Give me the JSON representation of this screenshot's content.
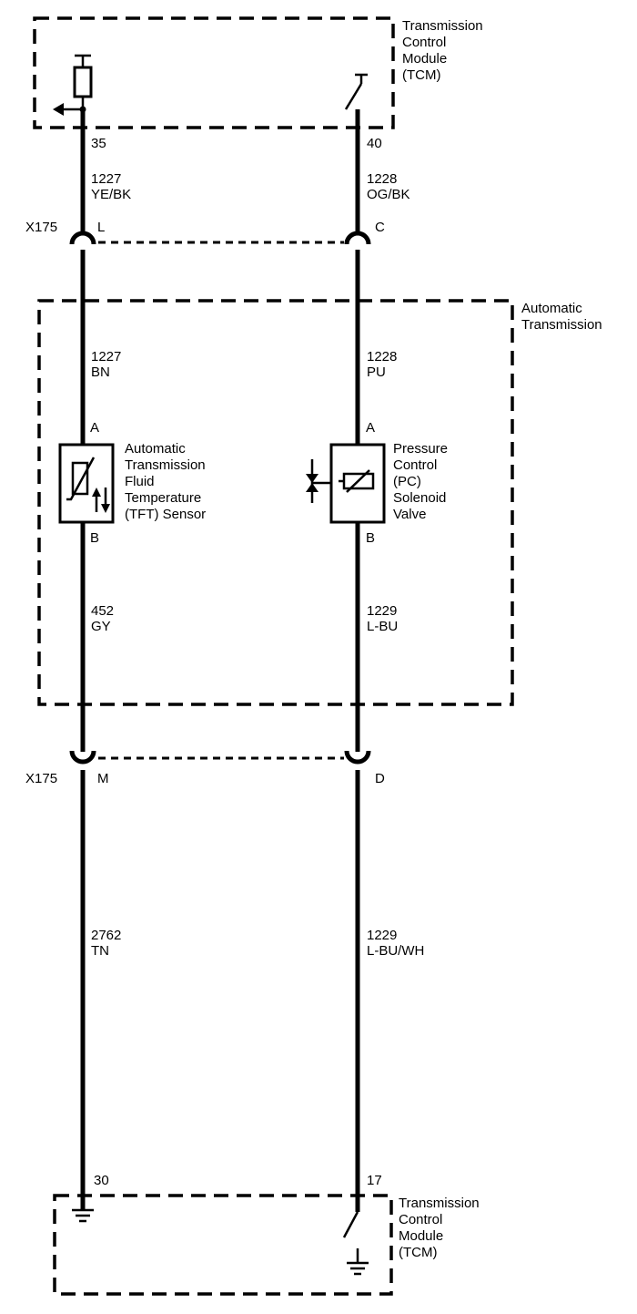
{
  "tcm_top": {
    "name_lines": [
      "Transmission",
      "Control",
      "Module",
      "(TCM)"
    ]
  },
  "tcm_bottom": {
    "name_lines": [
      "Transmission",
      "Control",
      "Module",
      "(TCM)"
    ]
  },
  "automatic_transmission": {
    "name_lines": [
      "Automatic",
      "Transmission"
    ]
  },
  "connector_top": {
    "id": "X175",
    "pin_left": "L",
    "pin_right": "C"
  },
  "connector_bottom": {
    "id": "X175",
    "pin_left": "M",
    "pin_right": "D"
  },
  "left_circuit": {
    "tcm_pin_top": "35",
    "wire1_number": "1227",
    "wire1_color": "YE/BK",
    "wire2_number": "1227",
    "wire2_color": "BN",
    "sensor_pin_a": "A",
    "sensor_pin_b": "B",
    "wire3_number": "452",
    "wire3_color": "GY",
    "wire4_number": "2762",
    "wire4_color": "TN",
    "tcm_pin_bottom": "30"
  },
  "right_circuit": {
    "tcm_pin_top": "40",
    "wire1_number": "1228",
    "wire1_color": "OG/BK",
    "wire2_number": "1228",
    "wire2_color": "PU",
    "valve_pin_a": "A",
    "valve_pin_b": "B",
    "wire3_number": "1229",
    "wire3_color": "L-BU",
    "wire4_number": "1229",
    "wire4_color": "L-BU/WH",
    "tcm_pin_bottom": "17"
  },
  "tft_sensor": {
    "name_lines": [
      "Automatic",
      "Transmission",
      "Fluid",
      "Temperature",
      "(TFT) Sensor"
    ]
  },
  "pc_solenoid": {
    "name_lines": [
      "Pressure",
      "Control",
      "(PC)",
      "Solenoid",
      "Valve"
    ]
  }
}
